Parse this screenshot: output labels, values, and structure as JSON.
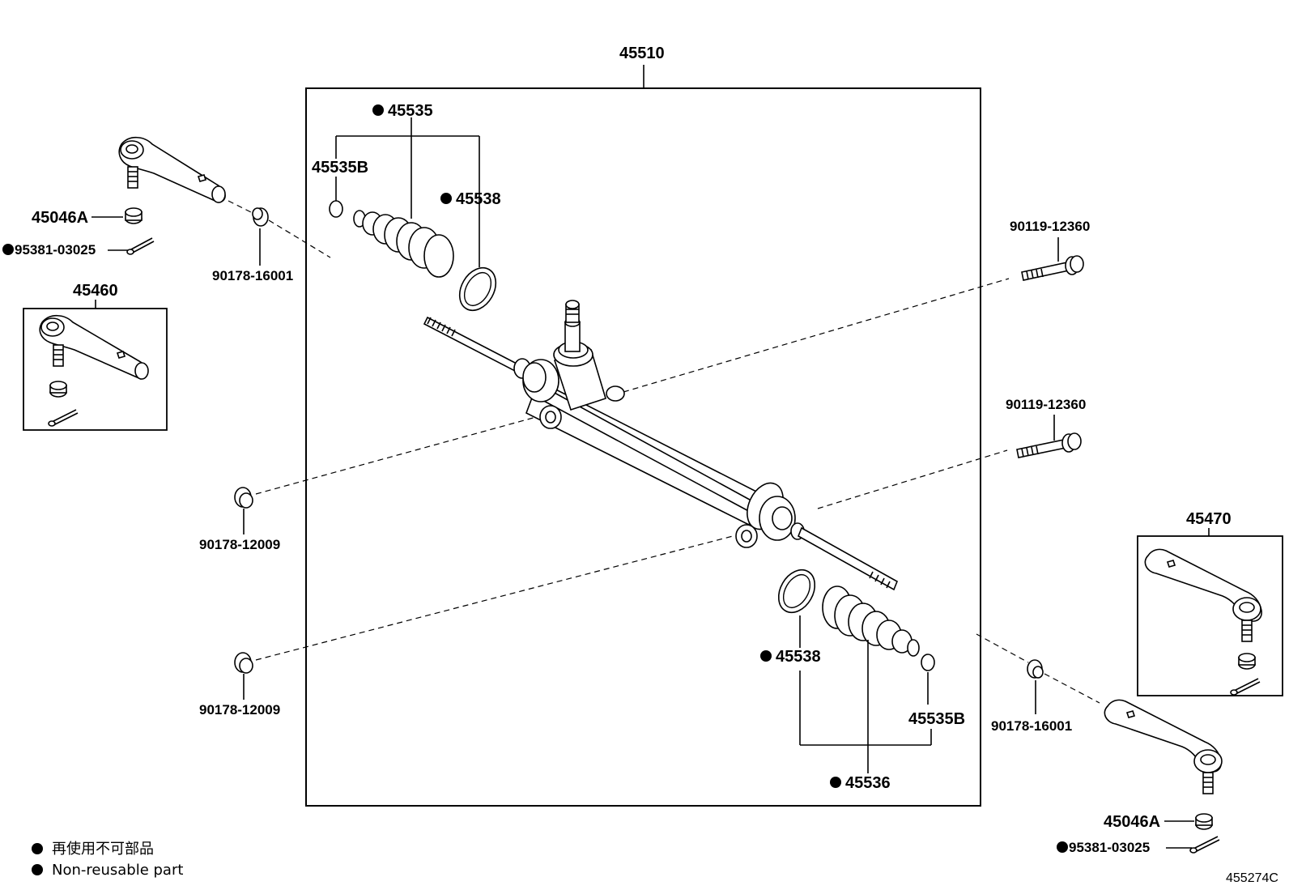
{
  "parts": {
    "assembly": "45510",
    "boot_kit_left": "45535",
    "clamp_left": "45535B",
    "clip_left": "45538",
    "tie_rod_end_lh": "45460",
    "tie_rod_end_rh": "45470",
    "nut_left": "45046A",
    "nut_right": "45046A",
    "cotter_left": "95381-03025",
    "cotter_right": "95381-03025",
    "bushing_left": "90178-16001",
    "bushing_right": "90178-16001",
    "bolt_upper": "90119-12360",
    "bolt_lower": "90119-12360",
    "nut_mount_upper": "90178-12009",
    "nut_mount_lower": "90178-12009",
    "clip_right": "45538",
    "clamp_right": "45535B",
    "boot_kit_right": "45536"
  },
  "legend": {
    "line1": "再使用不可部品",
    "line2": "Non-reusable part"
  },
  "diagram_code": "455274C"
}
